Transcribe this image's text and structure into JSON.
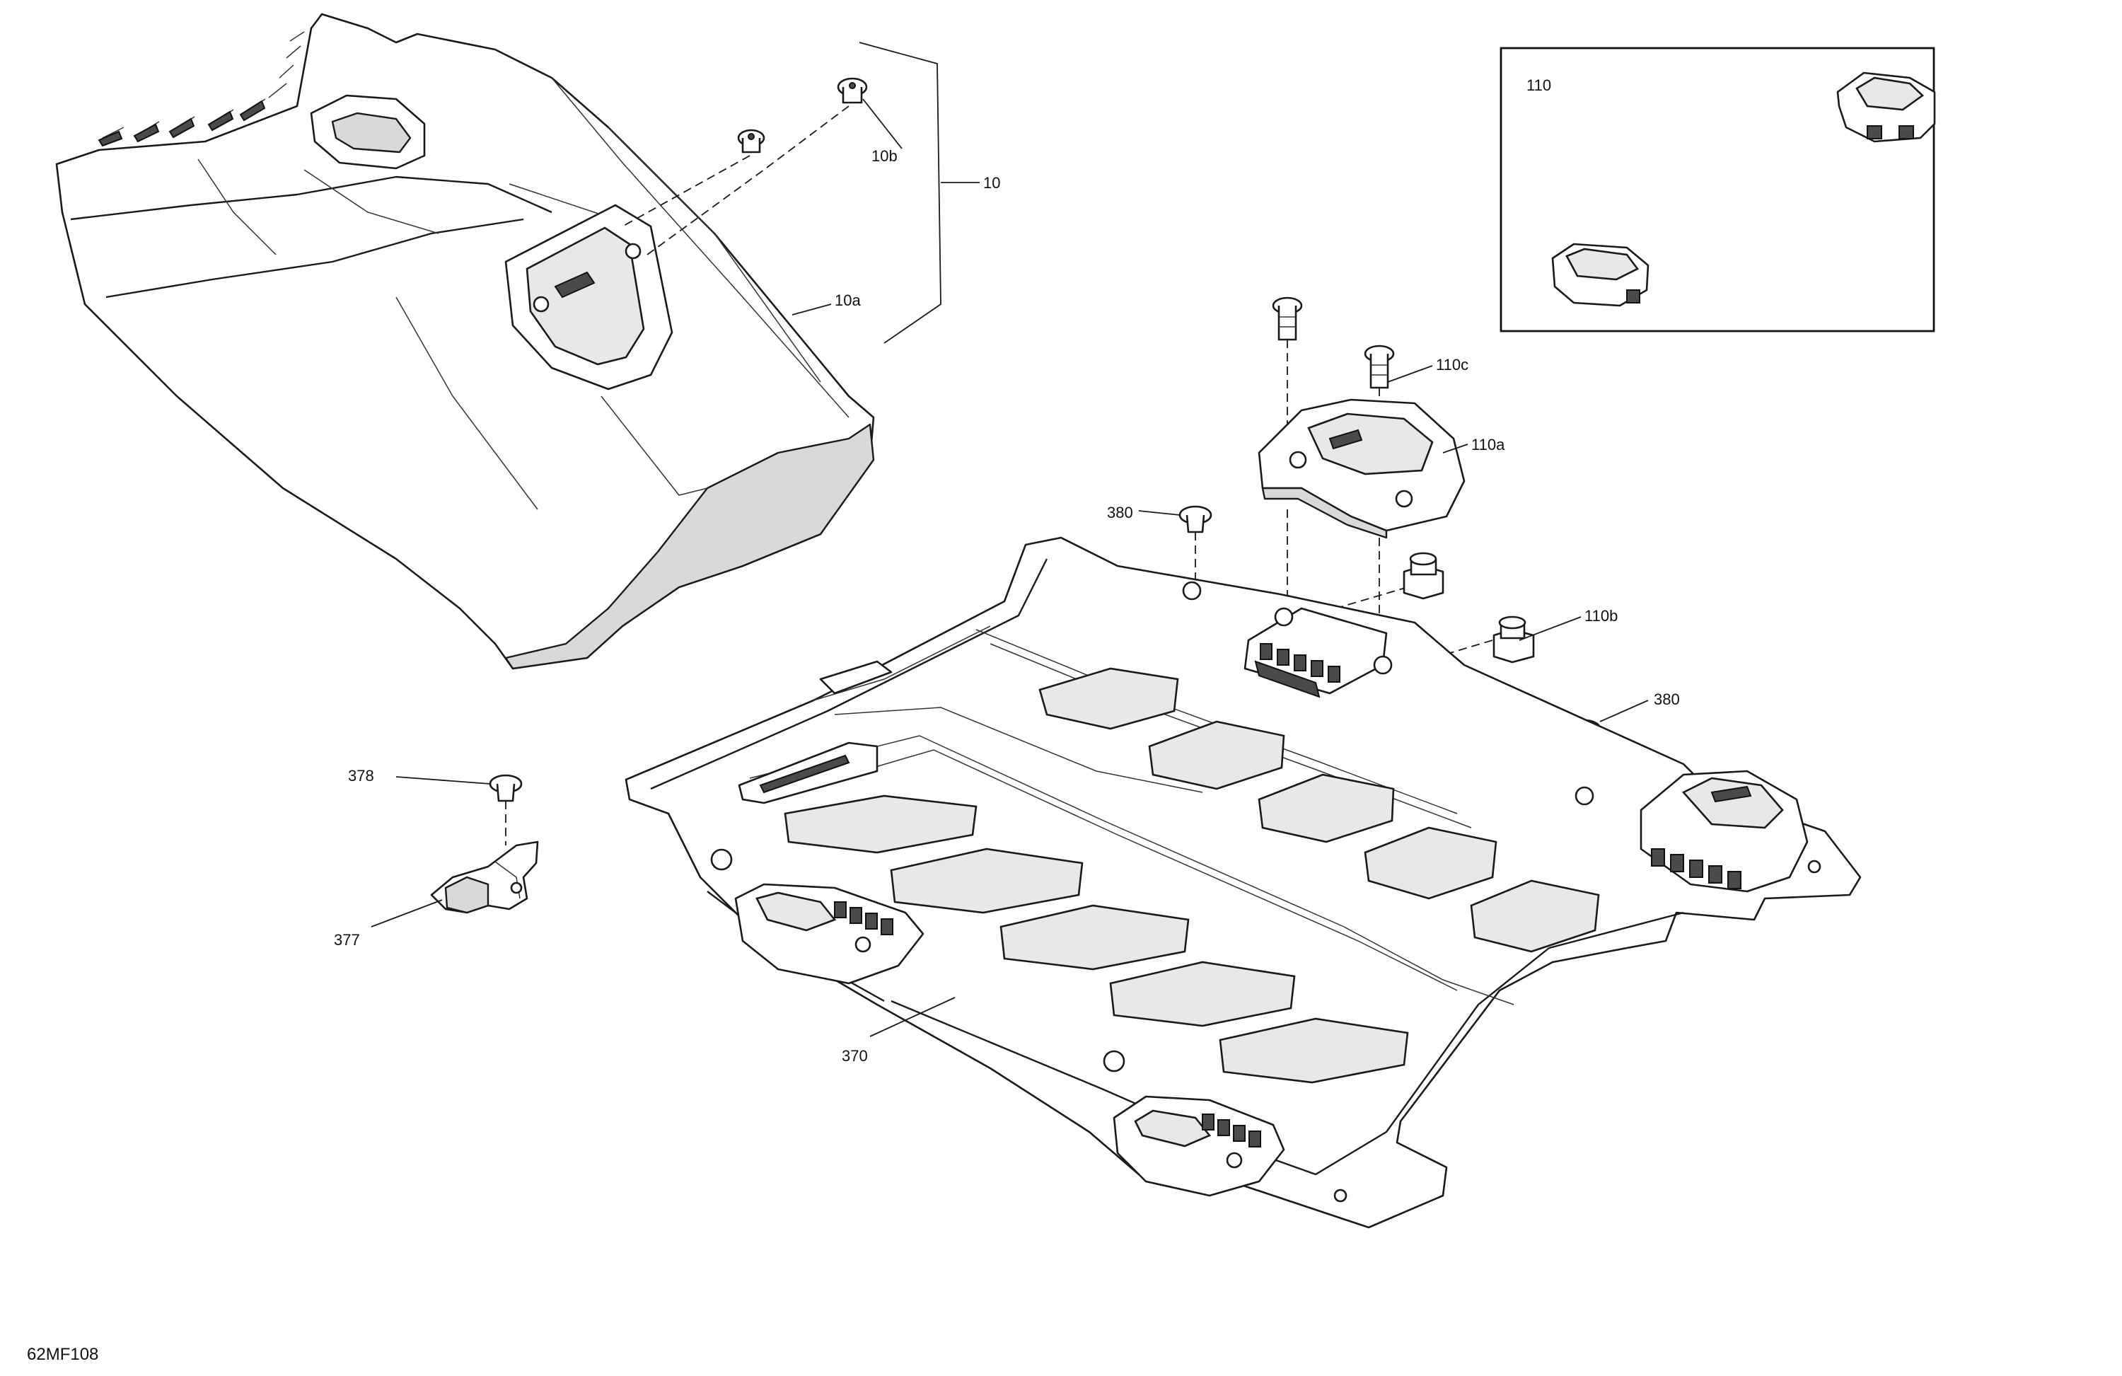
{
  "callouts": {
    "c10": "10",
    "c10a": "10a",
    "c10b": "10b",
    "c110": "110",
    "c110a": "110a",
    "c110b": "110b",
    "c110c": "110c",
    "c380_left": "380",
    "c380_right": "380",
    "c378": "378",
    "c377": "377",
    "c370": "370"
  },
  "drawing_code": "62MF108"
}
